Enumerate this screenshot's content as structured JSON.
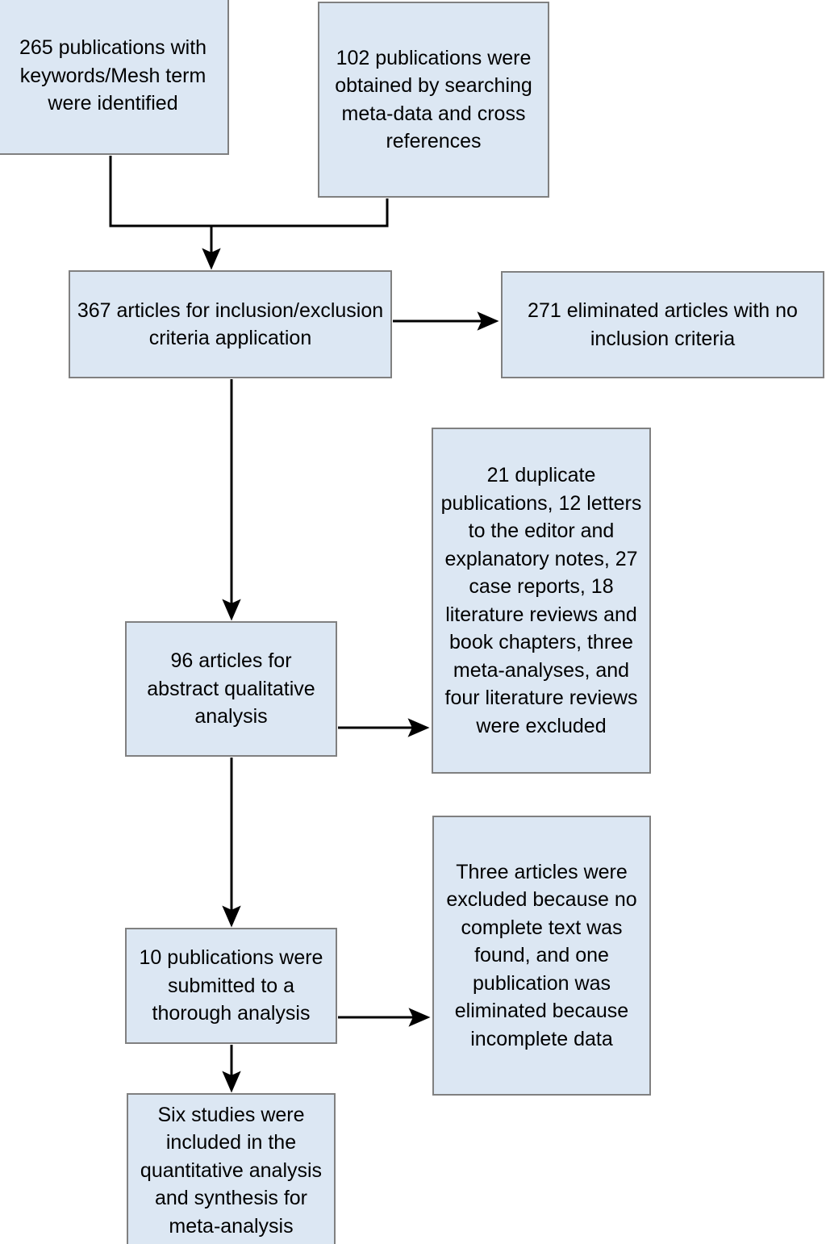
{
  "diagram": {
    "title": "PRISMA study selection flow diagram",
    "colors": {
      "node_fill": "#dce7f3",
      "node_border": "#808080",
      "edge": "#000000",
      "background": "#ffffff",
      "text": "#000000"
    },
    "nodes": {
      "identified": "265 publications with keywords/Mesh term were identified",
      "metadata": "102 publications were obtained by searching meta-data and cross references",
      "criteria": "367 articles for inclusion/exclusion criteria application",
      "eliminated": "271 eliminated articles with no inclusion criteria",
      "excluded_big": "21 duplicate publications, 12 letters to the editor and explanatory notes, 27 case reports, 18 literature reviews and book chapters, three meta-analyses, and four literature reviews were excluded",
      "abstract": "96 articles for abstract qualitative analysis",
      "fulltext": "Three articles were excluded because no complete text was found, and one publication was eliminated because incomplete data",
      "thorough": "10 publications were submitted to a thorough analysis",
      "included": "Six studies were included in the quantitative analysis and synthesis for meta-analysis"
    },
    "counts": {
      "identified_keywords": 265,
      "identified_metadata": 102,
      "screened_total": 367,
      "eliminated_no_criteria": 271,
      "abstract_qualitative": 96,
      "duplicates": 21,
      "letters_to_editor": 12,
      "case_reports": 27,
      "literature_reviews_and_book_chapters": 18,
      "meta_analyses": 3,
      "further_literature_reviews": 4,
      "thorough_analysis": 10,
      "excluded_no_complete_text": 3,
      "excluded_incomplete_data": 1,
      "included_studies": 6
    },
    "edges": [
      {
        "from": "identified",
        "to": "criteria",
        "type": "elbow-merge"
      },
      {
        "from": "metadata",
        "to": "criteria",
        "type": "elbow-merge"
      },
      {
        "from": "criteria",
        "to": "eliminated",
        "type": "horizontal"
      },
      {
        "from": "criteria",
        "to": "abstract",
        "type": "vertical"
      },
      {
        "from": "abstract",
        "to": "excluded_big",
        "type": "horizontal"
      },
      {
        "from": "abstract",
        "to": "thorough",
        "type": "vertical"
      },
      {
        "from": "thorough",
        "to": "fulltext",
        "type": "horizontal"
      },
      {
        "from": "thorough",
        "to": "included",
        "type": "vertical"
      }
    ]
  }
}
